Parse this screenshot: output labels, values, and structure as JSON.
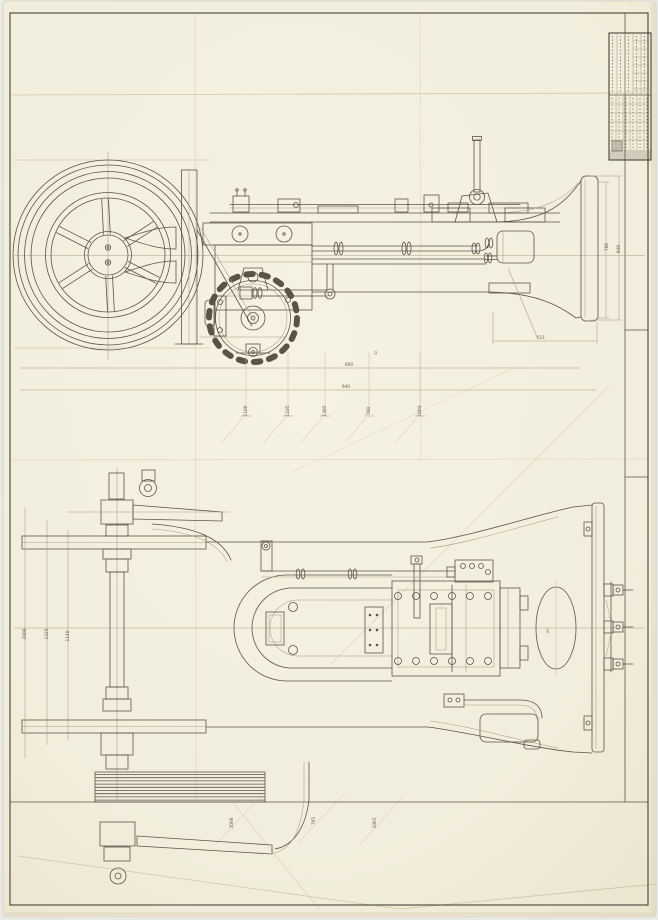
{
  "document": {
    "kind_label": "two-view machine drawing (vertical engine, side elevation and plan)"
  },
  "colors": {
    "paper": "#f3efde",
    "paper_edge": "#e9e9e5",
    "ink": "#5a5447",
    "faint_ink": "#a59d86",
    "crease": "#8a7f5e",
    "stamp": "#7c7465"
  },
  "views": {
    "side_elevation": {
      "dims": {
        "row_rotated": [
          "1100",
          "1105",
          "1305",
          "700",
          "1004"
        ],
        "overall_a": "900",
        "overall_b": "940",
        "base_width": "611",
        "plate_height_a": "760",
        "plate_height_b": "940",
        "pipe_note": "32"
      }
    },
    "plan": {
      "dims": {
        "left_rotated": [
          "2006",
          "1425",
          "1140"
        ],
        "bottom_rotated": [
          "2006",
          "765",
          "1003"
        ],
        "plate_note": "90"
      }
    }
  }
}
